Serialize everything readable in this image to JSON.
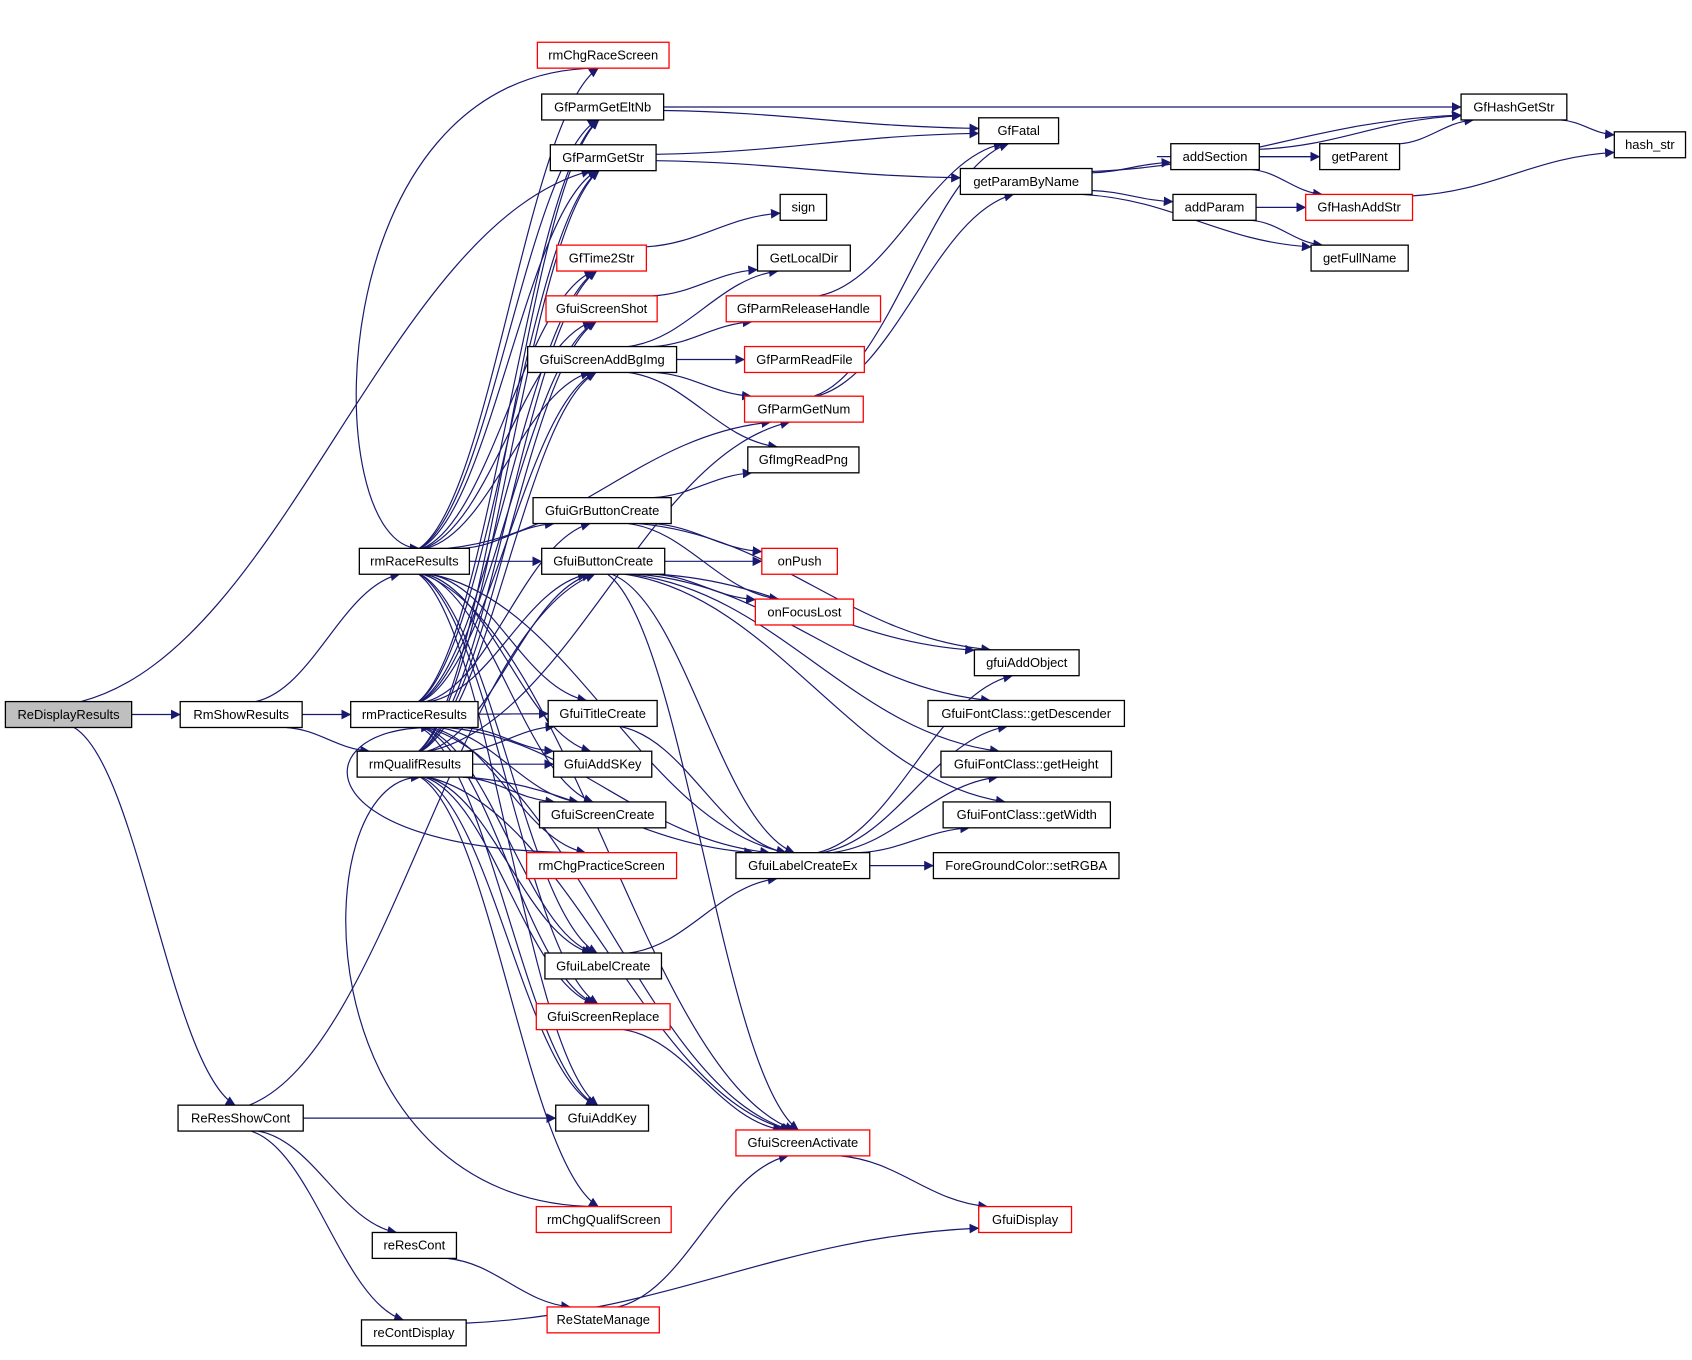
{
  "title": "Call graph for ReDisplayResults",
  "colors": {
    "edge": "#191970",
    "node_border": "#000000",
    "node_border_incomplete": "#ff0000",
    "root_fill": "#bfbfbf",
    "node_fill": "#ffffff"
  },
  "root": "ReDisplayResults",
  "nodes": [
    {
      "id": "ReDisplayResults",
      "label": "ReDisplayResults",
      "root": true
    },
    {
      "id": "RmShowResults",
      "label": "RmShowResults"
    },
    {
      "id": "rmRaceResults",
      "label": "rmRaceResults"
    },
    {
      "id": "rmPracticeResults",
      "label": "rmPracticeResults"
    },
    {
      "id": "rmQualifResults",
      "label": "rmQualifResults"
    },
    {
      "id": "ReResShowCont",
      "label": "ReResShowCont"
    },
    {
      "id": "reResCont",
      "label": "reResCont"
    },
    {
      "id": "reContDisplay",
      "label": "reContDisplay"
    },
    {
      "id": "rmChgRaceScreen",
      "label": "rmChgRaceScreen",
      "incomplete": true
    },
    {
      "id": "GfParmGetEltNb",
      "label": "GfParmGetEltNb"
    },
    {
      "id": "GfParmGetStr",
      "label": "GfParmGetStr"
    },
    {
      "id": "GfTime2Str",
      "label": "GfTime2Str",
      "incomplete": true
    },
    {
      "id": "GfuiScreenShot",
      "label": "GfuiScreenShot",
      "incomplete": true
    },
    {
      "id": "GfuiScreenAddBgImg",
      "label": "GfuiScreenAddBgImg"
    },
    {
      "id": "GfuiGrButtonCreate",
      "label": "GfuiGrButtonCreate"
    },
    {
      "id": "GfuiButtonCreate",
      "label": "GfuiButtonCreate"
    },
    {
      "id": "GfuiTitleCreate",
      "label": "GfuiTitleCreate"
    },
    {
      "id": "GfuiAddSKey",
      "label": "GfuiAddSKey"
    },
    {
      "id": "GfuiScreenCreate",
      "label": "GfuiScreenCreate"
    },
    {
      "id": "rmChgPracticeScreen",
      "label": "rmChgPracticeScreen",
      "incomplete": true
    },
    {
      "id": "GfuiLabelCreate",
      "label": "GfuiLabelCreate"
    },
    {
      "id": "GfuiScreenReplace",
      "label": "GfuiScreenReplace",
      "incomplete": true
    },
    {
      "id": "GfuiAddKey",
      "label": "GfuiAddKey"
    },
    {
      "id": "rmChgQualifScreen",
      "label": "rmChgQualifScreen",
      "incomplete": true
    },
    {
      "id": "ReStateManage",
      "label": "ReStateManage",
      "incomplete": true
    },
    {
      "id": "sign",
      "label": "sign"
    },
    {
      "id": "GetLocalDir",
      "label": "GetLocalDir"
    },
    {
      "id": "GfParmReleaseHandle",
      "label": "GfParmReleaseHandle",
      "incomplete": true
    },
    {
      "id": "GfParmReadFile",
      "label": "GfParmReadFile",
      "incomplete": true
    },
    {
      "id": "GfParmGetNum",
      "label": "GfParmGetNum",
      "incomplete": true
    },
    {
      "id": "GfImgReadPng",
      "label": "GfImgReadPng"
    },
    {
      "id": "onPush",
      "label": "onPush",
      "incomplete": true
    },
    {
      "id": "onFocusLost",
      "label": "onFocusLost",
      "incomplete": true
    },
    {
      "id": "GfuiLabelCreateEx",
      "label": "GfuiLabelCreateEx"
    },
    {
      "id": "GfuiScreenActivate",
      "label": "GfuiScreenActivate",
      "incomplete": true
    },
    {
      "id": "GfFatal",
      "label": "GfFatal"
    },
    {
      "id": "getParamByName",
      "label": "getParamByName"
    },
    {
      "id": "gfuiAddObject",
      "label": "gfuiAddObject"
    },
    {
      "id": "getDescender",
      "label": "GfuiFontClass::getDescender"
    },
    {
      "id": "getHeight",
      "label": "GfuiFontClass::getHeight"
    },
    {
      "id": "getWidth",
      "label": "GfuiFontClass::getWidth"
    },
    {
      "id": "setRGBA",
      "label": "ForeGroundColor::setRGBA"
    },
    {
      "id": "GfuiDisplay",
      "label": "GfuiDisplay",
      "incomplete": true
    },
    {
      "id": "addSection",
      "label": "addSection"
    },
    {
      "id": "addParam",
      "label": "addParam"
    },
    {
      "id": "getParent",
      "label": "getParent"
    },
    {
      "id": "GfHashAddStr",
      "label": "GfHashAddStr",
      "incomplete": true
    },
    {
      "id": "getFullName",
      "label": "getFullName"
    },
    {
      "id": "GfHashGetStr",
      "label": "GfHashGetStr"
    },
    {
      "id": "hash_str",
      "label": "hash_str"
    }
  ],
  "edges": [
    [
      "ReDisplayResults",
      "RmShowResults"
    ],
    [
      "ReDisplayResults",
      "GfParmGetStr"
    ],
    [
      "ReDisplayResults",
      "ReResShowCont"
    ],
    [
      "RmShowResults",
      "rmRaceResults"
    ],
    [
      "RmShowResults",
      "rmPracticeResults"
    ],
    [
      "RmShowResults",
      "rmQualifResults"
    ],
    [
      "rmRaceResults",
      "rmChgRaceScreen"
    ],
    [
      "rmRaceResults",
      "GfParmGetEltNb"
    ],
    [
      "rmRaceResults",
      "GfParmGetStr"
    ],
    [
      "rmRaceResults",
      "GfTime2Str"
    ],
    [
      "rmRaceResults",
      "GfuiScreenShot"
    ],
    [
      "rmRaceResults",
      "GfuiScreenAddBgImg"
    ],
    [
      "rmRaceResults",
      "GfParmGetNum"
    ],
    [
      "rmRaceResults",
      "GfuiGrButtonCreate"
    ],
    [
      "rmRaceResults",
      "GfuiButtonCreate"
    ],
    [
      "rmRaceResults",
      "GfuiTitleCreate"
    ],
    [
      "rmRaceResults",
      "GfuiAddSKey"
    ],
    [
      "rmRaceResults",
      "GfuiScreenCreate"
    ],
    [
      "rmRaceResults",
      "GfuiLabelCreate"
    ],
    [
      "rmRaceResults",
      "GfuiLabelCreateEx"
    ],
    [
      "rmRaceResults",
      "GfuiScreenReplace"
    ],
    [
      "rmRaceResults",
      "GfuiAddKey"
    ],
    [
      "rmRaceResults",
      "GfuiScreenActivate"
    ],
    [
      "rmPracticeResults",
      "GfParmGetEltNb"
    ],
    [
      "rmPracticeResults",
      "GfParmGetStr"
    ],
    [
      "rmPracticeResults",
      "GfTime2Str"
    ],
    [
      "rmPracticeResults",
      "GfuiScreenShot"
    ],
    [
      "rmPracticeResults",
      "GfuiScreenAddBgImg"
    ],
    [
      "rmPracticeResults",
      "GfuiGrButtonCreate"
    ],
    [
      "rmPracticeResults",
      "GfuiButtonCreate"
    ],
    [
      "rmPracticeResults",
      "GfuiTitleCreate"
    ],
    [
      "rmPracticeResults",
      "GfuiAddSKey"
    ],
    [
      "rmPracticeResults",
      "GfuiScreenCreate"
    ],
    [
      "rmPracticeResults",
      "rmChgPracticeScreen"
    ],
    [
      "rmPracticeResults",
      "GfuiLabelCreate"
    ],
    [
      "rmPracticeResults",
      "GfuiLabelCreateEx"
    ],
    [
      "rmPracticeResults",
      "GfuiScreenReplace"
    ],
    [
      "rmPracticeResults",
      "GfuiAddKey"
    ],
    [
      "rmPracticeResults",
      "GfuiScreenActivate"
    ],
    [
      "rmQualifResults",
      "GfParmGetEltNb"
    ],
    [
      "rmQualifResults",
      "GfParmGetStr"
    ],
    [
      "rmQualifResults",
      "GfTime2Str"
    ],
    [
      "rmQualifResults",
      "GfuiScreenShot"
    ],
    [
      "rmQualifResults",
      "GfuiScreenAddBgImg"
    ],
    [
      "rmQualifResults",
      "GfParmGetNum"
    ],
    [
      "rmQualifResults",
      "GfuiButtonCreate"
    ],
    [
      "rmQualifResults",
      "GfuiTitleCreate"
    ],
    [
      "rmQualifResults",
      "GfuiAddSKey"
    ],
    [
      "rmQualifResults",
      "GfuiScreenCreate"
    ],
    [
      "rmQualifResults",
      "GfuiLabelCreate"
    ],
    [
      "rmQualifResults",
      "GfuiLabelCreateEx"
    ],
    [
      "rmQualifResults",
      "GfuiScreenReplace"
    ],
    [
      "rmQualifResults",
      "GfuiAddKey"
    ],
    [
      "rmQualifResults",
      "rmChgQualifScreen"
    ],
    [
      "rmQualifResults",
      "GfuiScreenActivate"
    ],
    [
      "rmChgRaceScreen",
      "rmRaceResults"
    ],
    [
      "rmChgPracticeScreen",
      "rmPracticeResults"
    ],
    [
      "rmChgQualifScreen",
      "rmQualifResults"
    ],
    [
      "ReResShowCont",
      "GfuiButtonCreate"
    ],
    [
      "ReResShowCont",
      "GfuiAddKey"
    ],
    [
      "ReResShowCont",
      "reResCont"
    ],
    [
      "ReResShowCont",
      "reContDisplay"
    ],
    [
      "reResCont",
      "ReStateManage"
    ],
    [
      "reContDisplay",
      "GfuiDisplay"
    ],
    [
      "ReStateManage",
      "GfuiScreenActivate"
    ],
    [
      "GfParmGetEltNb",
      "GfFatal"
    ],
    [
      "GfParmGetEltNb",
      "GfHashGetStr"
    ],
    [
      "GfParmGetStr",
      "GfFatal"
    ],
    [
      "GfParmGetStr",
      "getParamByName"
    ],
    [
      "GfTime2Str",
      "sign"
    ],
    [
      "GfuiScreenShot",
      "GetLocalDir"
    ],
    [
      "GfuiScreenAddBgImg",
      "GetLocalDir"
    ],
    [
      "GfuiScreenAddBgImg",
      "GfParmReleaseHandle"
    ],
    [
      "GfuiScreenAddBgImg",
      "GfParmReadFile"
    ],
    [
      "GfuiScreenAddBgImg",
      "GfParmGetNum"
    ],
    [
      "GfuiScreenAddBgImg",
      "GfImgReadPng"
    ],
    [
      "GfParmReleaseHandle",
      "GfFatal"
    ],
    [
      "GfParmGetNum",
      "GfFatal"
    ],
    [
      "GfParmGetNum",
      "getParamByName"
    ],
    [
      "GfuiGrButtonCreate",
      "GfImgReadPng"
    ],
    [
      "GfuiGrButtonCreate",
      "onPush"
    ],
    [
      "GfuiGrButtonCreate",
      "onFocusLost"
    ],
    [
      "GfuiGrButtonCreate",
      "gfuiAddObject"
    ],
    [
      "GfuiButtonCreate",
      "onPush"
    ],
    [
      "GfuiButtonCreate",
      "onFocusLost"
    ],
    [
      "GfuiButtonCreate",
      "gfuiAddObject"
    ],
    [
      "GfuiButtonCreate",
      "getDescender"
    ],
    [
      "GfuiButtonCreate",
      "getHeight"
    ],
    [
      "GfuiButtonCreate",
      "getWidth"
    ],
    [
      "GfuiButtonCreate",
      "GfuiLabelCreateEx"
    ],
    [
      "GfuiButtonCreate",
      "GfuiScreenActivate"
    ],
    [
      "GfuiTitleCreate",
      "GfuiLabelCreateEx"
    ],
    [
      "GfuiLabelCreate",
      "GfuiLabelCreateEx"
    ],
    [
      "GfuiLabelCreateEx",
      "gfuiAddObject"
    ],
    [
      "GfuiLabelCreateEx",
      "getDescender"
    ],
    [
      "GfuiLabelCreateEx",
      "getHeight"
    ],
    [
      "GfuiLabelCreateEx",
      "getWidth"
    ],
    [
      "GfuiLabelCreateEx",
      "setRGBA"
    ],
    [
      "GfuiScreenReplace",
      "GfuiScreenActivate"
    ],
    [
      "GfuiScreenActivate",
      "GfuiDisplay"
    ],
    [
      "getParamByName",
      "addSection"
    ],
    [
      "getParamByName",
      "addParam"
    ],
    [
      "getParamByName",
      "getFullName"
    ],
    [
      "getParamByName",
      "GfHashGetStr"
    ],
    [
      "addSection",
      "GfHashGetStr"
    ],
    [
      "addSection",
      "getParent"
    ],
    [
      "addSection",
      "GfHashAddStr"
    ],
    [
      "getParent",
      "addSection"
    ],
    [
      "getParent",
      "GfHashGetStr"
    ],
    [
      "addParam",
      "GfHashAddStr"
    ],
    [
      "addParam",
      "getFullName"
    ],
    [
      "GfHashAddStr",
      "hash_str"
    ],
    [
      "GfHashGetStr",
      "hash_str"
    ]
  ]
}
